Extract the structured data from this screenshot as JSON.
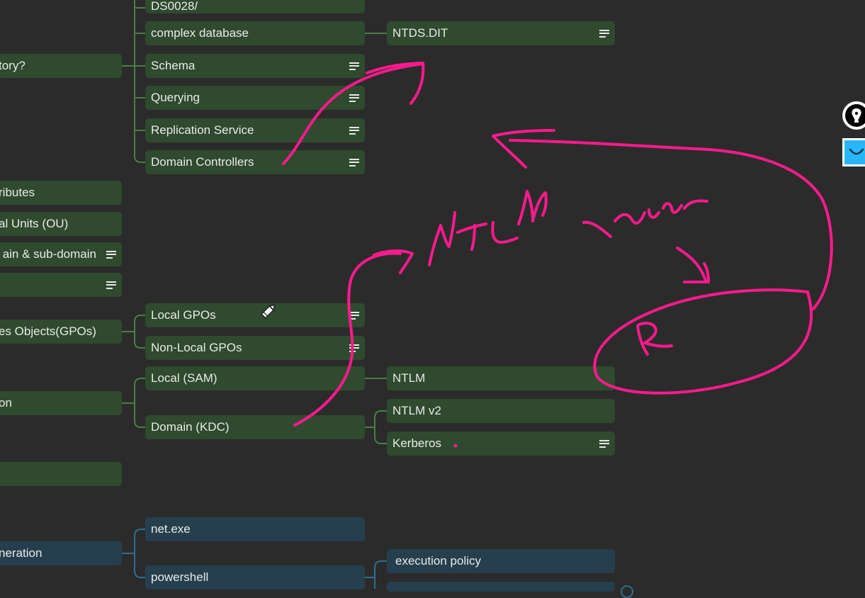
{
  "left_nodes": {
    "directory": "tory?",
    "attributes": "ributes",
    "ou": "al Units (OU)",
    "domain": "ain & sub-domain",
    "blank_note": "",
    "gpo": "es Objects(GPOs)",
    "authentication": "on",
    "blank_green": "",
    "enumeration": "neration"
  },
  "ad_children": {
    "top_cut": "DS0028/",
    "complex_database": "complex database",
    "schema": "Schema",
    "querying": "Querying",
    "replication": "Replication Service",
    "domain_controllers": "Domain Controllers"
  },
  "ntds": "NTDS.DIT",
  "gpo_children": {
    "local": "Local GPOs",
    "non_local": "Non-Local GPOs"
  },
  "auth_children": {
    "local_sam": "Local (SAM)",
    "domain_kdc": "Domain (KDC)"
  },
  "sam_children": {
    "ntlm": "NTLM"
  },
  "kdc_children": {
    "ntlmv2": "NTLM v2",
    "kerberos": "Kerberos"
  },
  "enum_children": {
    "net_exe": "net.exe",
    "powershell": "powershell"
  },
  "ps_children": {
    "execution_policy": "execution policy"
  },
  "colors": {
    "background": "#2b2b2b",
    "green_node": "#2f4a2e",
    "blue_node": "#253f4e",
    "green_line": "#4a7f46",
    "blue_line": "#2f6f92",
    "annotation_ink": "#ff1a8c"
  },
  "icons": {
    "note": "note-lines-icon",
    "cursor": "pencil-cursor-icon",
    "pen_tool": "pen-nib-icon",
    "smile_tool": "smile-icon"
  }
}
